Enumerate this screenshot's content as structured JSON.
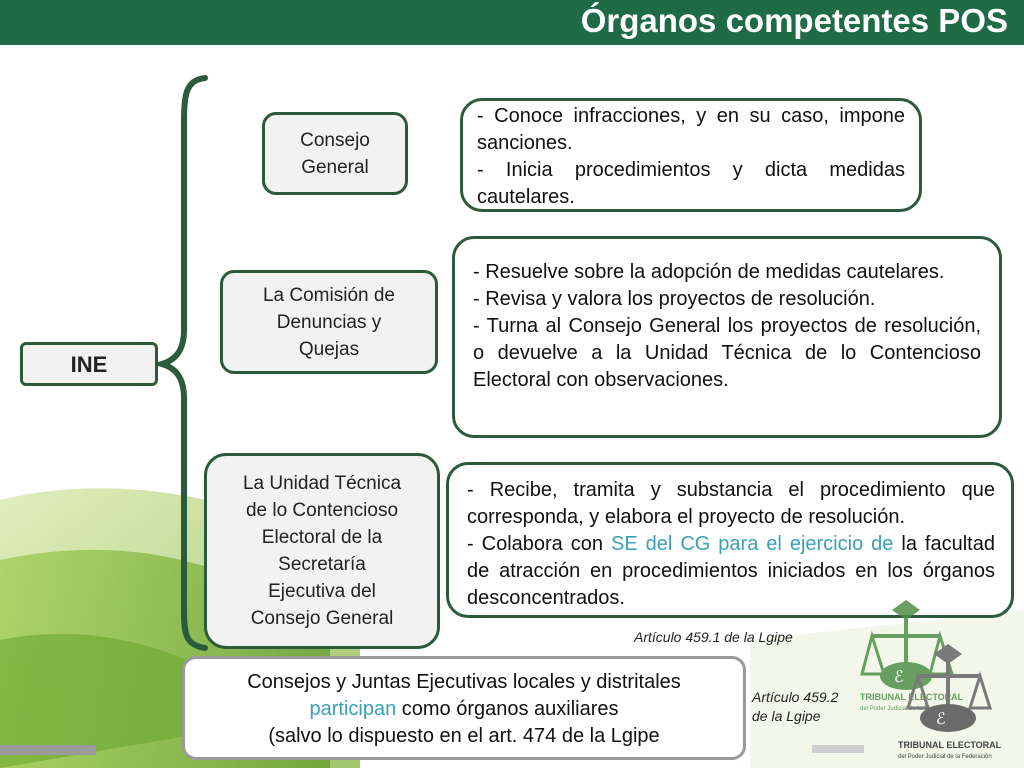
{
  "header": {
    "title": "Órganos competentes POS"
  },
  "root": {
    "label": "INE"
  },
  "organs": [
    {
      "name_lines": [
        "Consejo",
        "General"
      ],
      "functions": [
        "- Conoce infracciones, y en su caso, impone sanciones.",
        "- Inicia procedimientos y dicta medidas cautelares."
      ]
    },
    {
      "name_lines": [
        "La Comisión de",
        "Denuncias y",
        "Quejas"
      ],
      "functions": [
        "- Resuelve sobre la adopción de medidas cautelares.",
        "- Revisa y valora los proyectos de resolución.",
        "- Turna al Consejo General los proyectos de resolución, o devuelve a la Unidad Técnica de lo Contencioso Electoral con observaciones."
      ]
    },
    {
      "name_lines": [
        "La Unidad Técnica",
        "de lo Contencioso",
        "Electoral de la",
        "Secretaría",
        "Ejecutiva del",
        "Consejo General"
      ],
      "functions": [
        "- Recibe, tramita y substancia el procedimiento que corresponda, y elabora el proyecto de resolución.",
        "- Colabora con ",
        "SE del CG para el ejercicio de",
        " la facultad de atracción en procedimientos iniciados en los órganos desconcentrados."
      ]
    }
  ],
  "references": {
    "article_1": "Artículo 459.1 de la Lgipe",
    "article_2_line1": "Artículo 459.2",
    "article_2_line2": "de la Lgipe"
  },
  "auxiliary": {
    "line1": "Consejos y Juntas Ejecutivas locales y distritales",
    "highlight": "participan",
    "line2_rest": " como órganos auxiliares",
    "line3": "(salvo lo dispuesto en el art. 474 de la Lgipe"
  },
  "logo": {
    "name_1": "TRIBUNAL ELECTORAL",
    "sub_1": "del Poder Judicial de la Federación",
    "name_2": "TRIBUNAL ELECTORAL",
    "sub_2": "del Poder Judicial de la Federación"
  },
  "colors": {
    "header": "#1e6b45",
    "border": "#2c5a3c",
    "highlight": "#3aa0b8",
    "leaf": "#8cbf3f"
  }
}
